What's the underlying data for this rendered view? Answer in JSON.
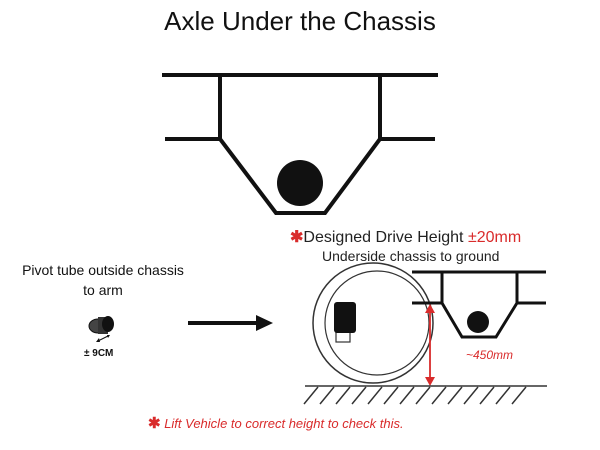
{
  "title": "Axle Under the Chassis",
  "drive_height": {
    "marker": "✱",
    "label": "Designed Drive Height ",
    "tolerance": "±20mm"
  },
  "drive_height_note": "Underside chassis to ground",
  "pivot_label": "Pivot tube outside chassis to arm",
  "pivot_travel": "± 9CM",
  "dimension": "~450mm",
  "lift_note": {
    "marker": "✱",
    "text": " Lift Vehicle to correct height to check this."
  },
  "colors": {
    "ink": "#111111",
    "accent": "#d92b2b"
  }
}
